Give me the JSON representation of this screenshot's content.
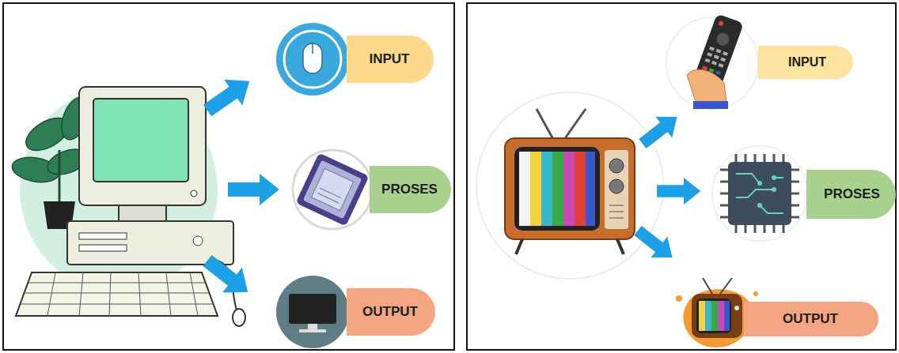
{
  "diagram": {
    "nodes": [
      {
        "text": [
          "INPUT"
        ]
      },
      {
        "text": [
          "PROSES"
        ]
      },
      {
        "text": [
          "OUTPUT"
        ]
      },
      {
        "text": [
          "INPUT"
        ]
      },
      {
        "text": [
          "PROSES"
        ]
      },
      {
        "text": [
          "OUTPUT"
        ]
      }
    ]
  }
}
